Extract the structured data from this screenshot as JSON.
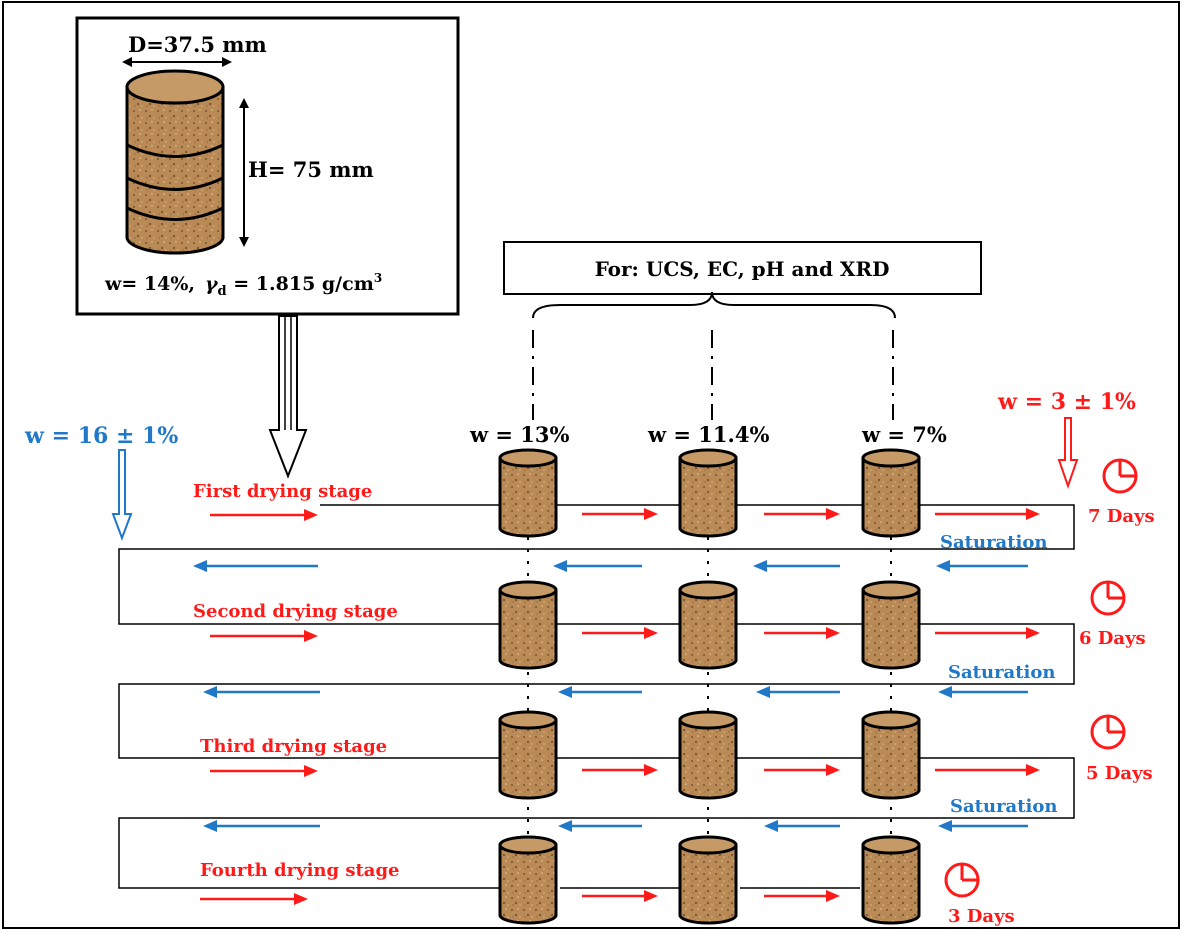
{
  "specimen": {
    "diameter_label": "D=37.5 mm",
    "height_label": "H= 75 mm",
    "props_w": "w= 14%,",
    "props_gamma_symbol": "γ",
    "props_gamma_sub": "d",
    "props_gamma_value": " = 1.815 g/cm",
    "props_gamma_unit_sup": "3"
  },
  "tests_box": {
    "label": "For: UCS, EC, pH and XRD"
  },
  "moisture": {
    "initial": "w = 16 ± 1%",
    "final": "w = 3 ± 1%",
    "points": [
      "w = 13%",
      "w = 11.4%",
      "w = 7%"
    ]
  },
  "stages": [
    {
      "name": "First drying stage",
      "days": "7 Days",
      "saturation": "Saturation"
    },
    {
      "name": "Second drying stage",
      "days": "6 Days",
      "saturation": "Saturation"
    },
    {
      "name": "Third drying stage",
      "days": "5 Days",
      "saturation": "Saturation"
    },
    {
      "name": "Fourth drying stage",
      "days": "3 Days",
      "saturation": ""
    }
  ],
  "colors": {
    "drying": "#ff1a1a",
    "wetting": "#1f78c8",
    "soil": "#b98a55",
    "soil_dark": "#7a5530",
    "outline": "#000000"
  },
  "icons": {
    "specimen": "soil-cylinder-icon",
    "clock": "clock-icon"
  }
}
